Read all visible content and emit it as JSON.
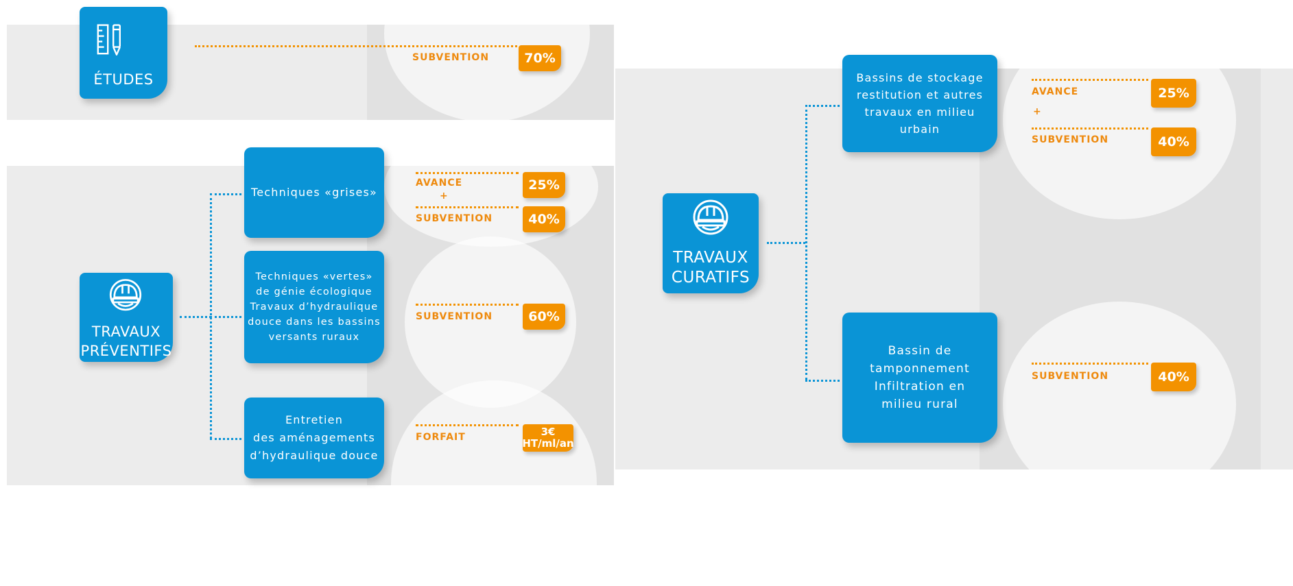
{
  "etudes": {
    "title": "ÉTUDES",
    "label": "SUBVENTION",
    "rate": "70%"
  },
  "preventifs": {
    "title": "TRAVAUX\nPRÉVENTIFS",
    "items": [
      {
        "text": "Techniques «grises»",
        "labels": [
          "AVANCE",
          "+",
          "SUBVENTION"
        ],
        "rates": [
          "25%",
          "40%"
        ]
      },
      {
        "text": "Techniques «vertes»\nde génie écologique\nTravaux d’hydraulique\ndouce dans les bassins\nversants ruraux",
        "labels": [
          "SUBVENTION"
        ],
        "rates": [
          "60%"
        ]
      },
      {
        "text": "Entretien\ndes aménagements\nd’hydraulique douce",
        "labels": [
          "FORFAIT"
        ],
        "rates": [
          "3€\nHT/ml/an"
        ]
      }
    ]
  },
  "curatifs": {
    "title": "TRAVAUX\nCURATIFS",
    "items": [
      {
        "text": "Bassins de stockage\nrestitution et autres\ntravaux en milieu\nurbain",
        "labels": [
          "AVANCE",
          "+",
          "SUBVENTION"
        ],
        "rates": [
          "25%",
          "40%"
        ]
      },
      {
        "text": "Bassin de\ntamponnement\nInfiltration en\nmilieu rural",
        "labels": [
          "SUBVENTION"
        ],
        "rates": [
          "40%"
        ]
      }
    ]
  },
  "colors": {
    "box_blue": "#0a94d6",
    "accent_orange": "#f39200",
    "label_orange": "#ee8a0e",
    "band_light": "#ececec",
    "band_dark": "#e1e1e1"
  },
  "icons": [
    "ruler-pencil-icon",
    "hard-hat-icon"
  ]
}
